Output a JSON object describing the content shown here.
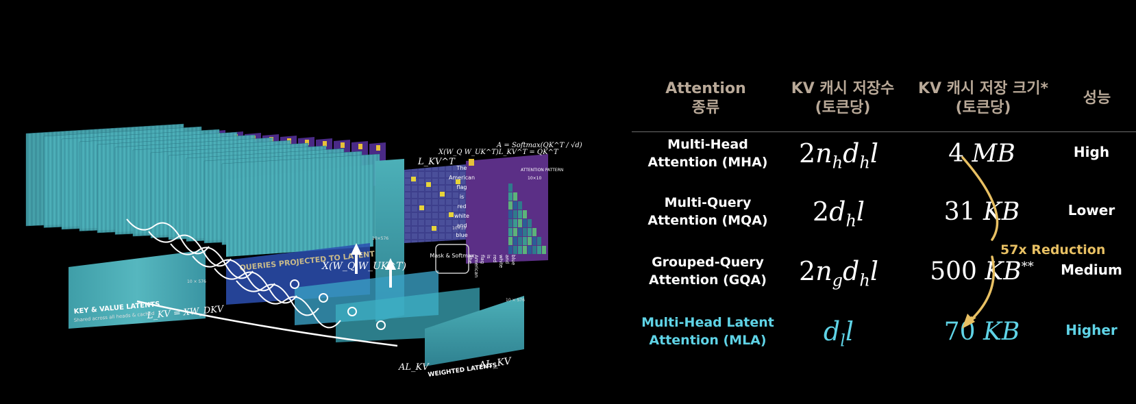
{
  "table": {
    "headers": [
      {
        "line1": "Attention",
        "line2": "종류"
      },
      {
        "line1": "KV 캐시 저장수",
        "line2": "(토큰당)"
      },
      {
        "line1": "KV 캐시 저장 크기*",
        "line2": "(토큰당)"
      },
      {
        "line1": "성능",
        "line2": ""
      }
    ],
    "rows": [
      {
        "name1": "Multi-Head",
        "name2": "Attention (MHA)",
        "coef": "2",
        "sub": "h",
        "size": "4",
        "unit": "MB",
        "mark": "",
        "perf": "High"
      },
      {
        "name1": "Multi-Query",
        "name2": "Attention (MQA)",
        "coef": "2",
        "sub": "",
        "size": "31",
        "unit": "KB",
        "mark": "",
        "perf": "Lower"
      },
      {
        "name1": "Grouped-Query",
        "name2": "Attention (GQA)",
        "coef": "2",
        "sub": "g",
        "size": "500",
        "unit": "KB",
        "mark": "**",
        "perf": "Medium"
      },
      {
        "name1": "Multi-Head Latent",
        "name2": "Attention (MLA)",
        "coef": "",
        "sub": "",
        "size": "70",
        "unit": "KB",
        "mark": "",
        "perf": "Higher"
      }
    ],
    "reduction_label": "57x Reduction",
    "colors": {
      "header": "#b9a998",
      "mla": "#5fd3e6",
      "arrow": "#e8c063"
    }
  },
  "viz": {
    "left_panel_title": "KEY & VALUE LATENTS",
    "left_panel_sub": "Shared across all heads & cached",
    "left_panel_formula": "L_KV = XW_DKV",
    "left_panel_dim": "10 × 576",
    "bottom_panel_title": "WEIGHTED LATENTS",
    "bottom_panel_formula": "AL_KV",
    "bottom_panel_dim": "10 × 576",
    "product_label": "AL_KV",
    "query_label": "QUERIES PROJECTED TO LATENT",
    "x_formula": "X(W_Q W_UK^T)",
    "transpose_label": "L_KV^T",
    "score_formula": "X(W_Q W_UK^T)L_KV^T = QK^T",
    "softmax_formula": "A = Softmax(QK^T / √d)",
    "pattern_label": "ATTENTION PATTERN",
    "pattern_dim": "10×10",
    "mask_label": "Mask & Softmax",
    "dim_576": "10×576",
    "dim_10": "10×10",
    "sentence": [
      "The",
      "American",
      "flag",
      "is",
      "red",
      "white",
      "and",
      "blue"
    ]
  }
}
